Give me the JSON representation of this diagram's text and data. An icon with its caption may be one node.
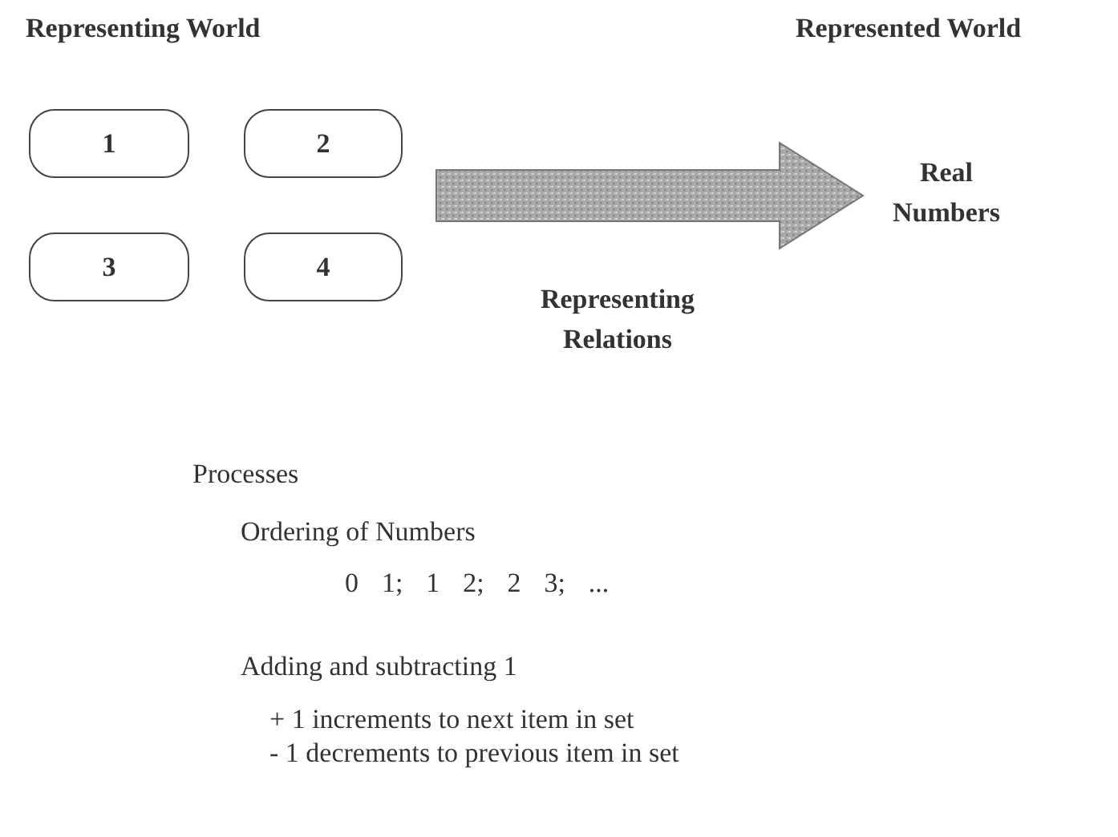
{
  "diagram": {
    "nodes": [
      {
        "text": [
          "1"
        ]
      },
      {
        "text": [
          "2"
        ]
      },
      {
        "text": [
          "3"
        ]
      },
      {
        "text": [
          "4"
        ]
      },
      {
        "text": [
          "Real Numbers"
        ]
      }
    ],
    "edges": [
      {
        "from": null,
        "to": 4,
        "arrow": "to",
        "style": "thick",
        "label": "Representing Relations"
      }
    ],
    "labels": [
      "Representing World",
      "Represented World",
      "Processes",
      "Ordering of Numbers",
      "0 1; 1 2; 2 3; ...",
      "Adding and subtracting 1",
      "+ 1 increments to next item in set",
      "- 1 decrements to previous item in set"
    ]
  }
}
